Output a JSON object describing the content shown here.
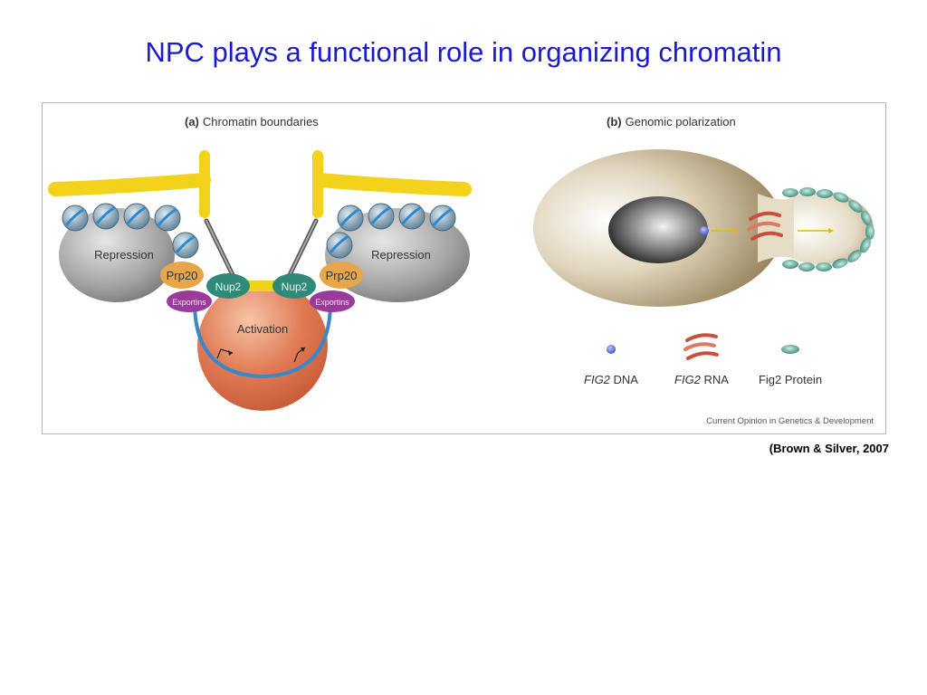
{
  "slide": {
    "title": "NPC plays a functional role in organizing chromatin",
    "citation": "(Brown & Silver, 2007"
  },
  "panel_a": {
    "letter": "(a)",
    "title": "Chromatin boundaries",
    "repression_left": "Repression",
    "repression_right": "Repression",
    "prp20_left": "Prp20",
    "prp20_right": "Prp20",
    "nup2_left": "Nup2",
    "nup2_right": "Nup2",
    "exportins_left": "Exportins",
    "exportins_right": "Exportins",
    "activation": "Activation"
  },
  "panel_b": {
    "letter": "(b)",
    "title": "Genomic polarization",
    "legend": {
      "dna_italic": "FIG2",
      "dna_rest": " DNA",
      "rna_italic": "FIG2",
      "rna_rest": " RNA",
      "protein": "Fig2 Protein"
    }
  },
  "credit": "Current Opinion in Genetics & Development",
  "colors": {
    "title": "#1a1ad0",
    "membrane": "#f2d21b",
    "repression": "#a9a9a9",
    "prp20": "#e8a64a",
    "nup2": "#2f8a7a",
    "exportins": "#9b3a9b",
    "activation": "#d9694a",
    "dna_loop": "#3a88c8",
    "cell_tan": "#b59f72",
    "nucleus_dark": "#1e1e1e",
    "fig2_protein": "#3d9a86",
    "rna": "#c8503a"
  }
}
